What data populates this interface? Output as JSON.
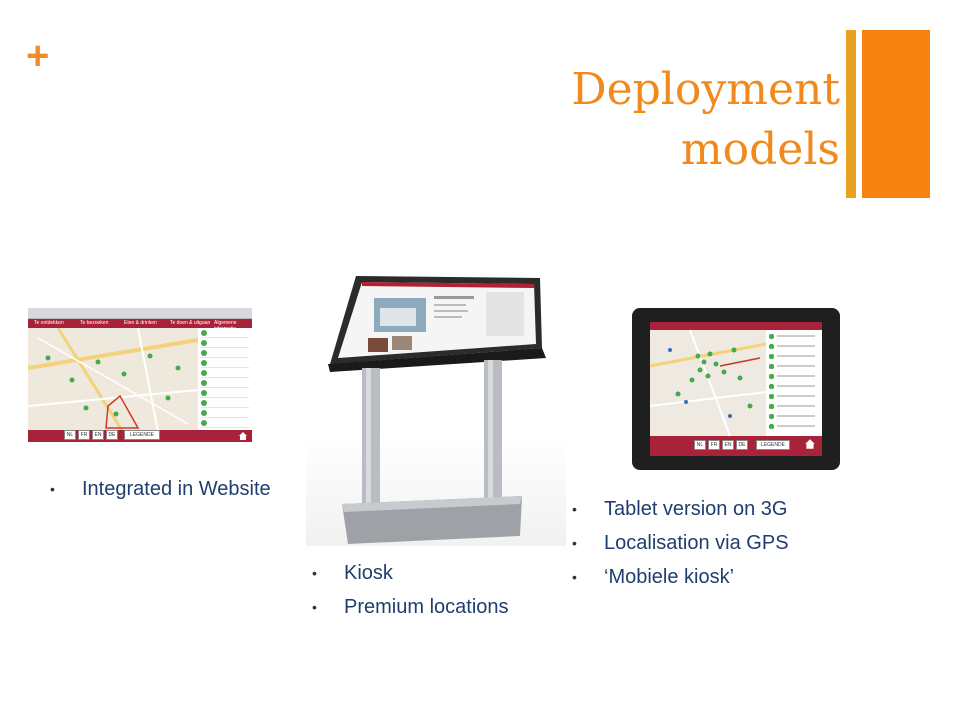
{
  "slide": {
    "plus": "+",
    "title": "Deployment models"
  },
  "website": {
    "bullets": [
      "Integrated in Website"
    ],
    "nav_items": [
      "Te ontdekken",
      "Te bezoeken",
      "Eten & drinken",
      "Te doen & uitgaan",
      "Algemene informatie"
    ],
    "footer_buttons": [
      "NL",
      "FR",
      "EN",
      "DE",
      "LEGENDE"
    ]
  },
  "kiosk": {
    "bullets": [
      "Kiosk",
      "Premium locations"
    ]
  },
  "tablet": {
    "bullets": [
      "Tablet version on 3G",
      "Localisation via GPS",
      "‘Mobiele kiosk’"
    ],
    "footer_buttons": [
      "NL",
      "FR",
      "EN",
      "DE",
      "LEGENDE"
    ]
  },
  "colors": {
    "accent_orange": "#f7840e",
    "accent_gold": "#e9a21f",
    "title_orange": "#f08a1c",
    "brand_red": "#a8233a",
    "text_blue": "#1f3e6e"
  }
}
